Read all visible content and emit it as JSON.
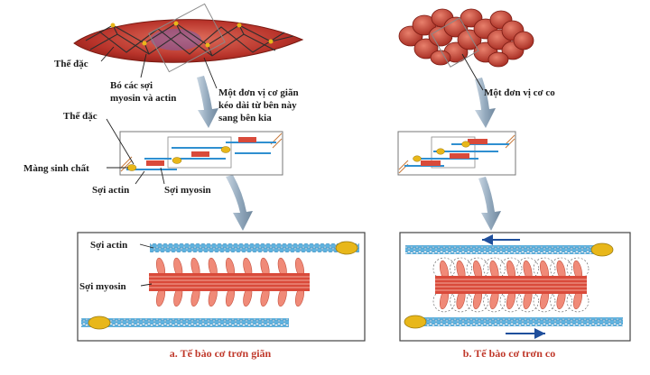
{
  "labels": {
    "the_dac_top": "Thể đặc",
    "bundle_line1": "Bó các sợi",
    "bundle_line2": "myosin và actin",
    "relaxed_unit_line1": "Một đơn vị cơ giãn",
    "relaxed_unit_line2": "kéo dài từ bên này",
    "relaxed_unit_line3": "sang bên kia",
    "the_dac_mid": "Thể đặc",
    "membrane": "Màng sinh chất",
    "actin_mid": "Sợi actin",
    "myosin_mid": "Sợi myosin",
    "contracted_unit": "Một đơn vị cơ co",
    "actin_panel": "Sợi actin",
    "myosin_panel": "Sợi myosin"
  },
  "captions": {
    "relaxed": "a. Tế bào cơ trơn giãn",
    "contracted": "b. Tế bào cơ trơn co"
  },
  "colors": {
    "muscle_red": "#c0392b",
    "actin_blue": "#4aa3d4",
    "myosin_red": "#d94a3a",
    "myosin_head": "#f08a78",
    "dense_body": "#e8b71a",
    "arrow_grey": "#9fb3c4",
    "direction_arrow": "#1f4f9c",
    "caption_red": "#c0392b"
  }
}
